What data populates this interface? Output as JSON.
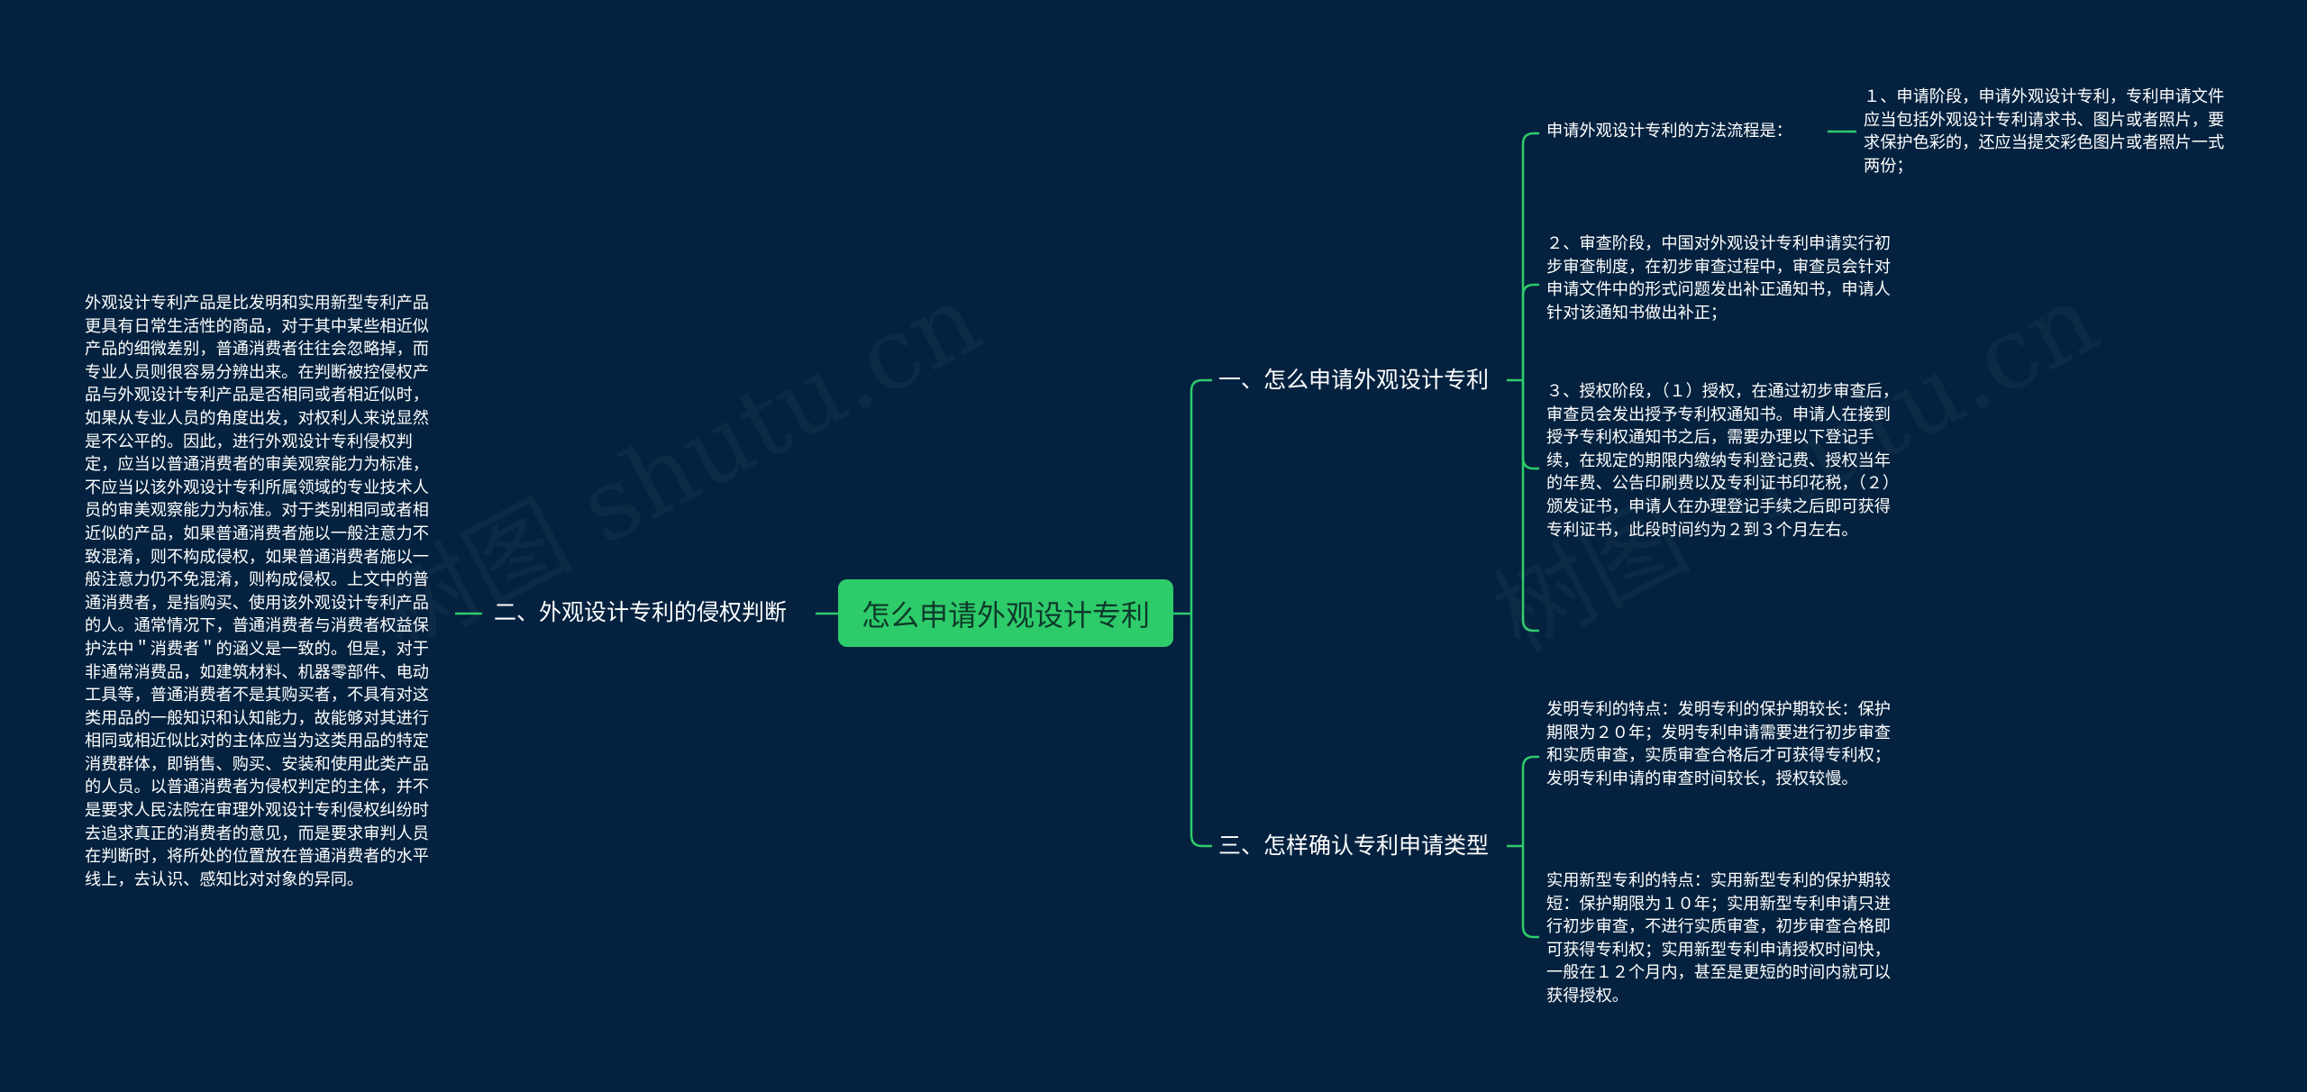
{
  "root": {
    "label": "怎么申请外观设计专利"
  },
  "branches": [
    {
      "label": "一、怎么申请外观设计专利",
      "children": [
        {
          "text": "申请外观设计专利的方法流程是：",
          "children": [
            {
              "text": "１、申请阶段，申请外观设计专利，专利申请文件应当包括外观设计专利请求书、图片或者照片，要求保护色彩的，还应当提交彩色图片或者照片一式两份；"
            }
          ]
        },
        {
          "text": "２、审查阶段，中国对外观设计专利申请实行初步审查制度，在初步审查过程中，审查员会针对申请文件中的形式问题发出补正通知书，申请人针对该通知书做出补正；"
        },
        {
          "text": "３、授权阶段，（１）授权，在通过初步审查后，审查员会发出授予专利权通知书。申请人在接到授予专利权通知书之后，需要办理以下登记手续，在规定的期限内缴纳专利登记费、授权当年的年费、公告印刷费以及专利证书印花税，（２）颁发证书，申请人在办理登记手续之后即可获得专利证书，此段时间约为２到３个月左右。"
        }
      ]
    },
    {
      "label": "二、外观设计专利的侵权判断",
      "children": [
        {
          "text": "外观设计专利产品是比发明和实用新型专利产品更具有日常生活性的商品，对于其中某些相近似产品的细微差别，普通消费者往往会忽略掉，而专业人员则很容易分辨出来。在判断被控侵权产品与外观设计专利产品是否相同或者相近似时，如果从专业人员的角度出发，对权利人来说显然是不公平的。因此，进行外观设计专利侵权判定，应当以普通消费者的审美观察能力为标准，不应当以该外观设计专利所属领域的专业技术人员的审美观察能力为标准。对于类别相同或者相近似的产品，如果普通消费者施以一般注意力不致混淆，则不构成侵权，如果普通消费者施以一般注意力仍不免混淆，则构成侵权。上文中的普通消费者，是指购买、使用该外观设计专利产品的人。通常情况下，普通消费者与消费者权益保护法中＂消费者＂的涵义是一致的。但是，对于非通常消费品，如建筑材料、机器零部件、电动工具等，普通消费者不是其购买者，不具有对这类用品的一般知识和认知能力，故能够对其进行相同或相近似比对的主体应当为这类用品的特定消费群体，即销售、购买、安装和使用此类产品的人员。以普通消费者为侵权判定的主体，并不是要求人民法院在审理外观设计专利侵权纠纷时去追求真正的消费者的意见，而是要求审判人员在判断时，将所处的位置放在普通消费者的水平线上，去认识、感知比对对象的异同。"
        }
      ]
    },
    {
      "label": "三、怎样确认专利申请类型",
      "children": [
        {
          "text": "发明专利的特点：发明专利的保护期较长：保护期限为２０年；发明专利申请需要进行初步审查和实质审查，实质审查合格后才可获得专利权；发明专利申请的审查时间较长，授权较慢。"
        },
        {
          "text": "实用新型专利的特点：实用新型专利的保护期较短：保护期限为１０年；实用新型专利申请只进行初步审查，不进行实质审查，初步审查合格即可获得专利权；实用新型专利申请授权时间快，一般在１２个月内，甚至是更短的时间内就可以获得授权。"
        }
      ]
    }
  ],
  "watermark": "树图 shutu.cn",
  "colors": {
    "background": "#04223f",
    "root_fill": "#2ecb6a",
    "link": "#2ecb6a"
  }
}
